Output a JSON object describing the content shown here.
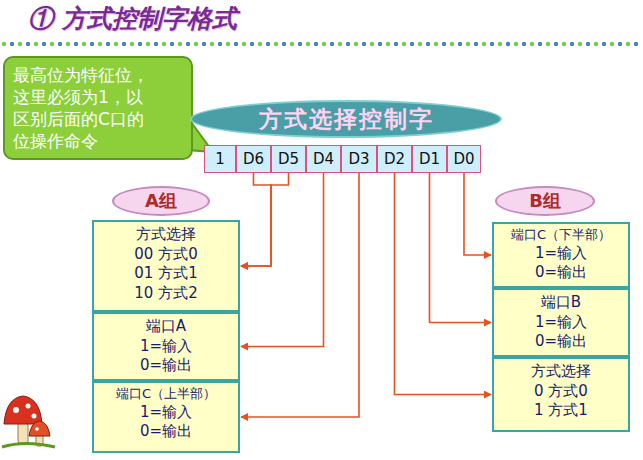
{
  "diagram": {
    "title": "① 方式控制字格式",
    "nodes": [
      {
        "text": [
          "最高位为特征位，这里必须为1，以区别后面的C口的位操作命令"
        ]
      },
      {
        "text": [
          "方式选择控制字"
        ]
      },
      {
        "text": [
          "1"
        ]
      },
      {
        "text": [
          "D6"
        ]
      },
      {
        "text": [
          "D5"
        ]
      },
      {
        "text": [
          "D4"
        ]
      },
      {
        "text": [
          "D3"
        ]
      },
      {
        "text": [
          "D2"
        ]
      },
      {
        "text": [
          "D1"
        ]
      },
      {
        "text": [
          "D0"
        ]
      },
      {
        "text": [
          "A组"
        ]
      },
      {
        "text": [
          "B组"
        ]
      },
      {
        "text": [
          "方式选择",
          "00 方式0",
          "01 方式1",
          "10 方式2"
        ]
      },
      {
        "text": [
          "端口A",
          "1=输入",
          "0=输出"
        ]
      },
      {
        "text": [
          "端口C（上半部）",
          "1=输入",
          "0=输出"
        ]
      },
      {
        "text": [
          "端口C（下半部）",
          "1=输入",
          "0=输出"
        ]
      },
      {
        "text": [
          "端口B",
          "1=输入",
          "0=输出"
        ]
      },
      {
        "text": [
          "方式选择",
          "0 方式0",
          "1 方式1"
        ]
      }
    ],
    "edges": [
      {
        "from": 3,
        "to": 12,
        "arrow": "to"
      },
      {
        "from": 4,
        "to": 12,
        "arrow": "to"
      },
      {
        "from": 5,
        "to": 13,
        "arrow": "to"
      },
      {
        "from": 6,
        "to": 14,
        "arrow": "to"
      },
      {
        "from": 7,
        "to": 17,
        "arrow": "to"
      },
      {
        "from": 8,
        "to": 16,
        "arrow": "to"
      },
      {
        "from": 9,
        "to": 15,
        "arrow": "to"
      }
    ]
  }
}
